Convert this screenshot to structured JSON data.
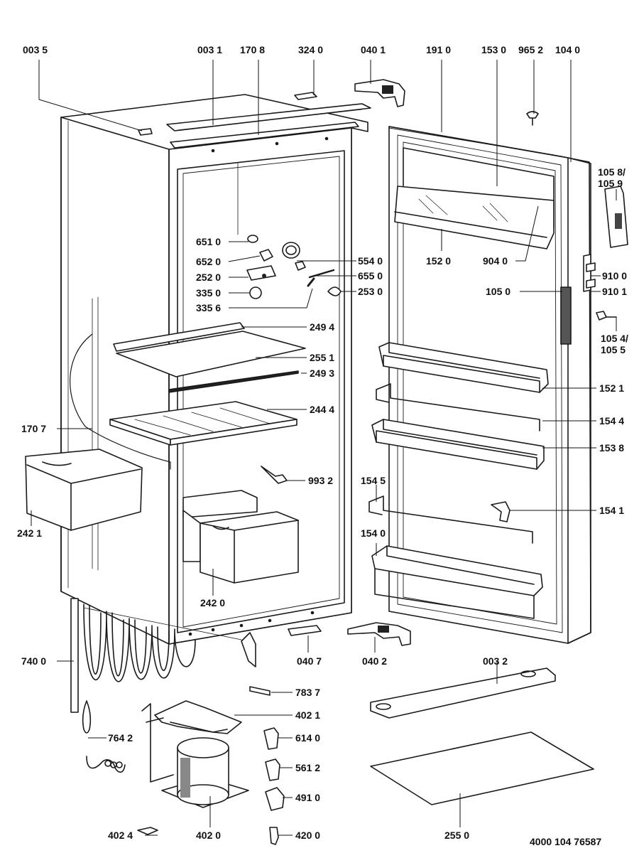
{
  "labels": {
    "p0035": "003 5",
    "p0031": "003 1",
    "p1708": "170 8",
    "p3240": "324 0",
    "p0401": "040 1",
    "p1910": "191 0",
    "p1530": "153 0",
    "p9652": "965 2",
    "p1040": "104 0",
    "p1058": "105 8/",
    "p1059": "105 9",
    "p6510": "651 0",
    "p6520": "652 0",
    "p2520": "252 0",
    "p3350": "335 0",
    "p3356": "335 6",
    "p5540": "554 0",
    "p6550": "655 0",
    "p2530": "253 0",
    "p1520": "152 0",
    "p9040": "904 0",
    "p9100": "910 0",
    "p9101": "910 1",
    "p1050": "105 0",
    "p1054": "105 4/",
    "p1055": "105 5",
    "p2494": "249 4",
    "p2551": "255 1",
    "p2493": "249 3",
    "p1521": "152 1",
    "p2444": "244 4",
    "p1707": "170 7",
    "p1544": "154 4",
    "p1538": "153 8",
    "p9932": "993 2",
    "p1545": "154 5",
    "p2421": "242 1",
    "p1541": "154 1",
    "p1540": "154 0",
    "p2420": "242 0",
    "p7400": "740 0",
    "p0407": "040 7",
    "p0402": "040 2",
    "p0032": "003 2",
    "p7837": "783 7",
    "p4021": "402 1",
    "p7642": "764 2",
    "p6140": "614 0",
    "p5612": "561 2",
    "p4910": "491 0",
    "p4024": "402 4",
    "p4020": "402 0",
    "p4200": "420 0",
    "p2550": "255 0"
  },
  "document_code": "4000 104 76587"
}
